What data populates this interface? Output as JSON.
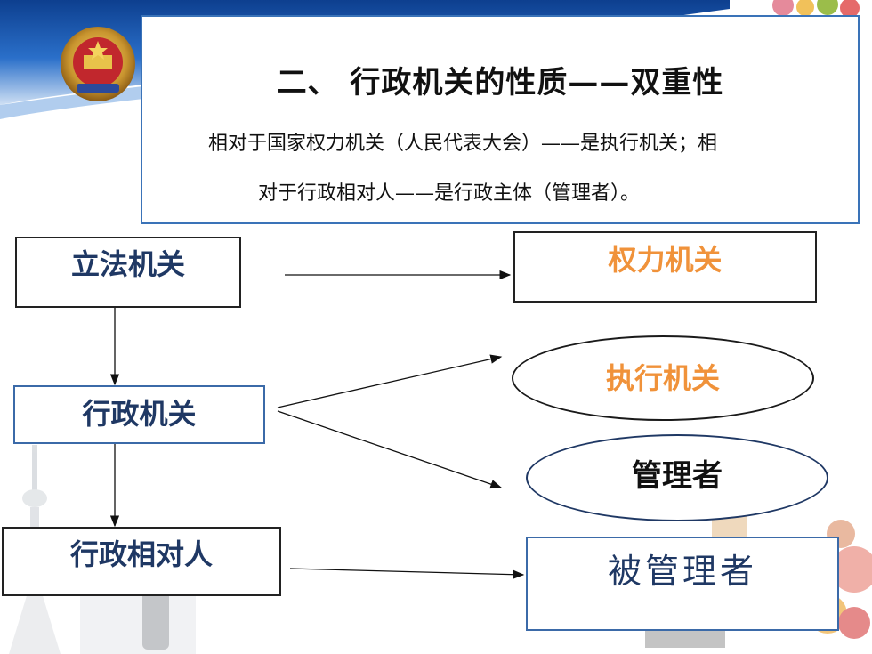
{
  "title": {
    "main": "二、  行政机关的性质——双重性",
    "body_line1": "相对于国家权力机关（人民代表大会）——是执行机关；相",
    "body_line2": "对于行政相对人——是行政主体（管理者）。"
  },
  "nodes": {
    "lifa": "立法机关",
    "quanli": "权力机关",
    "xingzheng": "行政机关",
    "zhixing": "执行机关",
    "guanli": "管理者",
    "xiangdui": "行政相对人",
    "bei": "被管理者"
  },
  "colors": {
    "accent_blue": "#3a73b8",
    "dark_navy": "#1f3864",
    "orange": "#f0923a"
  },
  "icons": [
    "police-emblem-icon",
    "tv-tower-image",
    "fruit-bowl-image"
  ]
}
